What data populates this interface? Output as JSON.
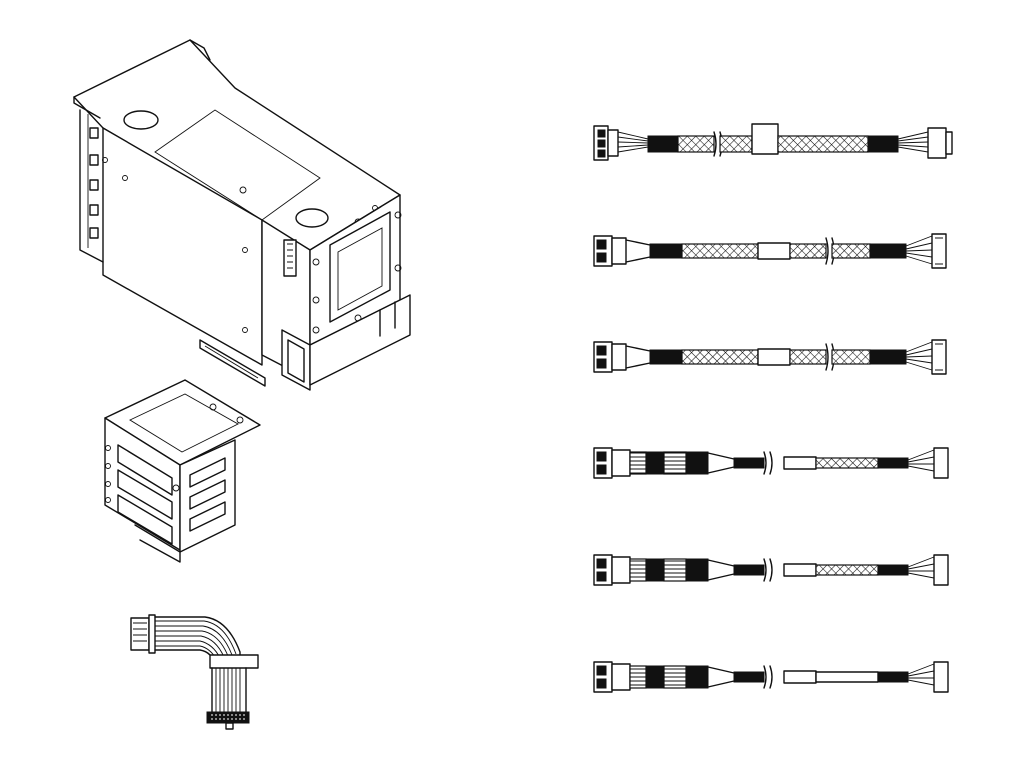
{
  "figure": {
    "background": "#ffffff",
    "line_color": "#111111",
    "components": [
      {
        "id": "drive-cage-large",
        "icon": "drive-cage-icon"
      },
      {
        "id": "drive-cage-small",
        "icon": "drive-cage-icon"
      },
      {
        "id": "ribbon-power-cable",
        "icon": "ribbon-cable-icon"
      }
    ],
    "cables": [
      {
        "id": "cable-1",
        "style": "sleeve-center",
        "connectors": "power-to-power"
      },
      {
        "id": "cable-2",
        "style": "sleeve-long",
        "connectors": "sas-to-flat"
      },
      {
        "id": "cable-3",
        "style": "sleeve-long",
        "connectors": "sas-to-flat"
      },
      {
        "id": "cable-4",
        "style": "banded",
        "connectors": "sas-to-flat"
      },
      {
        "id": "cable-5",
        "style": "banded",
        "connectors": "sas-to-flat"
      },
      {
        "id": "cable-6",
        "style": "banded",
        "connectors": "sas-to-flat"
      }
    ]
  }
}
